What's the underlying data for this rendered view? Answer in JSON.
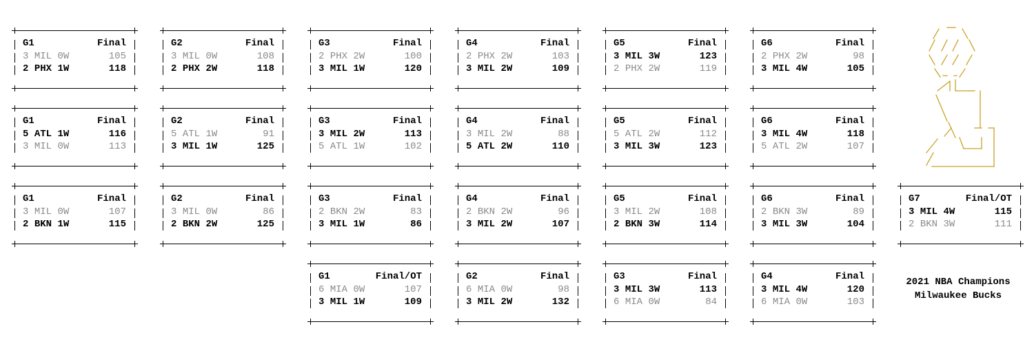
{
  "series": [
    {
      "games": [
        {
          "label": "G1",
          "status": "Final",
          "teams": [
            {
              "seed": "3",
              "abbr": "MIL",
              "wins": "0W",
              "score": "105",
              "winner": false
            },
            {
              "seed": "2",
              "abbr": "PHX",
              "wins": "1W",
              "score": "118",
              "winner": true
            }
          ]
        },
        {
          "label": "G2",
          "status": "Final",
          "teams": [
            {
              "seed": "3",
              "abbr": "MIL",
              "wins": "0W",
              "score": "108",
              "winner": false
            },
            {
              "seed": "2",
              "abbr": "PHX",
              "wins": "2W",
              "score": "118",
              "winner": true
            }
          ]
        },
        {
          "label": "G3",
          "status": "Final",
          "teams": [
            {
              "seed": "2",
              "abbr": "PHX",
              "wins": "2W",
              "score": "100",
              "winner": false
            },
            {
              "seed": "3",
              "abbr": "MIL",
              "wins": "1W",
              "score": "120",
              "winner": true
            }
          ]
        },
        {
          "label": "G4",
          "status": "Final",
          "teams": [
            {
              "seed": "2",
              "abbr": "PHX",
              "wins": "2W",
              "score": "103",
              "winner": false
            },
            {
              "seed": "3",
              "abbr": "MIL",
              "wins": "2W",
              "score": "109",
              "winner": true
            }
          ]
        },
        {
          "label": "G5",
          "status": "Final",
          "teams": [
            {
              "seed": "3",
              "abbr": "MIL",
              "wins": "3W",
              "score": "123",
              "winner": true
            },
            {
              "seed": "2",
              "abbr": "PHX",
              "wins": "2W",
              "score": "119",
              "winner": false
            }
          ]
        },
        {
          "label": "G6",
          "status": "Final",
          "teams": [
            {
              "seed": "2",
              "abbr": "PHX",
              "wins": "2W",
              "score": "98",
              "winner": false
            },
            {
              "seed": "3",
              "abbr": "MIL",
              "wins": "4W",
              "score": "105",
              "winner": true
            }
          ]
        }
      ]
    },
    {
      "games": [
        {
          "label": "G1",
          "status": "Final",
          "teams": [
            {
              "seed": "5",
              "abbr": "ATL",
              "wins": "1W",
              "score": "116",
              "winner": true
            },
            {
              "seed": "3",
              "abbr": "MIL",
              "wins": "0W",
              "score": "113",
              "winner": false
            }
          ]
        },
        {
          "label": "G2",
          "status": "Final",
          "teams": [
            {
              "seed": "5",
              "abbr": "ATL",
              "wins": "1W",
              "score": "91",
              "winner": false
            },
            {
              "seed": "3",
              "abbr": "MIL",
              "wins": "1W",
              "score": "125",
              "winner": true
            }
          ]
        },
        {
          "label": "G3",
          "status": "Final",
          "teams": [
            {
              "seed": "3",
              "abbr": "MIL",
              "wins": "2W",
              "score": "113",
              "winner": true
            },
            {
              "seed": "5",
              "abbr": "ATL",
              "wins": "1W",
              "score": "102",
              "winner": false
            }
          ]
        },
        {
          "label": "G4",
          "status": "Final",
          "teams": [
            {
              "seed": "3",
              "abbr": "MIL",
              "wins": "2W",
              "score": "88",
              "winner": false
            },
            {
              "seed": "5",
              "abbr": "ATL",
              "wins": "2W",
              "score": "110",
              "winner": true
            }
          ]
        },
        {
          "label": "G5",
          "status": "Final",
          "teams": [
            {
              "seed": "5",
              "abbr": "ATL",
              "wins": "2W",
              "score": "112",
              "winner": false
            },
            {
              "seed": "3",
              "abbr": "MIL",
              "wins": "3W",
              "score": "123",
              "winner": true
            }
          ]
        },
        {
          "label": "G6",
          "status": "Final",
          "teams": [
            {
              "seed": "3",
              "abbr": "MIL",
              "wins": "4W",
              "score": "118",
              "winner": true
            },
            {
              "seed": "5",
              "abbr": "ATL",
              "wins": "2W",
              "score": "107",
              "winner": false
            }
          ]
        }
      ]
    },
    {
      "games": [
        {
          "label": "G1",
          "status": "Final",
          "teams": [
            {
              "seed": "3",
              "abbr": "MIL",
              "wins": "0W",
              "score": "107",
              "winner": false
            },
            {
              "seed": "2",
              "abbr": "BKN",
              "wins": "1W",
              "score": "115",
              "winner": true
            }
          ]
        },
        {
          "label": "G2",
          "status": "Final",
          "teams": [
            {
              "seed": "3",
              "abbr": "MIL",
              "wins": "0W",
              "score": "86",
              "winner": false
            },
            {
              "seed": "2",
              "abbr": "BKN",
              "wins": "2W",
              "score": "125",
              "winner": true
            }
          ]
        },
        {
          "label": "G3",
          "status": "Final",
          "teams": [
            {
              "seed": "2",
              "abbr": "BKN",
              "wins": "2W",
              "score": "83",
              "winner": false
            },
            {
              "seed": "3",
              "abbr": "MIL",
              "wins": "1W",
              "score": "86",
              "winner": true
            }
          ]
        },
        {
          "label": "G4",
          "status": "Final",
          "teams": [
            {
              "seed": "2",
              "abbr": "BKN",
              "wins": "2W",
              "score": "96",
              "winner": false
            },
            {
              "seed": "3",
              "abbr": "MIL",
              "wins": "2W",
              "score": "107",
              "winner": true
            }
          ]
        },
        {
          "label": "G5",
          "status": "Final",
          "teams": [
            {
              "seed": "3",
              "abbr": "MIL",
              "wins": "2W",
              "score": "108",
              "winner": false
            },
            {
              "seed": "2",
              "abbr": "BKN",
              "wins": "3W",
              "score": "114",
              "winner": true
            }
          ]
        },
        {
          "label": "G6",
          "status": "Final",
          "teams": [
            {
              "seed": "2",
              "abbr": "BKN",
              "wins": "3W",
              "score": "89",
              "winner": false
            },
            {
              "seed": "3",
              "abbr": "MIL",
              "wins": "3W",
              "score": "104",
              "winner": true
            }
          ]
        },
        {
          "label": "G7",
          "status": "Final/OT",
          "teams": [
            {
              "seed": "3",
              "abbr": "MIL",
              "wins": "4W",
              "score": "115",
              "winner": true
            },
            {
              "seed": "2",
              "abbr": "BKN",
              "wins": "3W",
              "score": "111",
              "winner": false
            }
          ]
        }
      ]
    },
    {
      "games": [
        {
          "label": "G1",
          "status": "Final/OT",
          "teams": [
            {
              "seed": "6",
              "abbr": "MIA",
              "wins": "0W",
              "score": "107",
              "winner": false
            },
            {
              "seed": "3",
              "abbr": "MIL",
              "wins": "1W",
              "score": "109",
              "winner": true
            }
          ]
        },
        {
          "label": "G2",
          "status": "Final",
          "teams": [
            {
              "seed": "6",
              "abbr": "MIA",
              "wins": "0W",
              "score": "98",
              "winner": false
            },
            {
              "seed": "3",
              "abbr": "MIL",
              "wins": "2W",
              "score": "132",
              "winner": true
            }
          ]
        },
        {
          "label": "G3",
          "status": "Final",
          "teams": [
            {
              "seed": "3",
              "abbr": "MIL",
              "wins": "3W",
              "score": "113",
              "winner": true
            },
            {
              "seed": "6",
              "abbr": "MIA",
              "wins": "0W",
              "score": "84",
              "winner": false
            }
          ]
        },
        {
          "label": "G4",
          "status": "Final",
          "teams": [
            {
              "seed": "3",
              "abbr": "MIL",
              "wins": "4W",
              "score": "120",
              "winner": true
            },
            {
              "seed": "6",
              "abbr": "MIA",
              "wins": "0W",
              "score": "103",
              "winner": false
            }
          ]
        }
      ]
    }
  ],
  "champion": {
    "line1": "2021 NBA Champions",
    "line2": "Milwaukee Bucks"
  },
  "colors": {
    "winner_text": "#000000",
    "loser_text": "#8a8a8a",
    "trophy": "#c9a227",
    "border": "#000000"
  },
  "icons": {
    "trophy": "trophy-icon"
  }
}
